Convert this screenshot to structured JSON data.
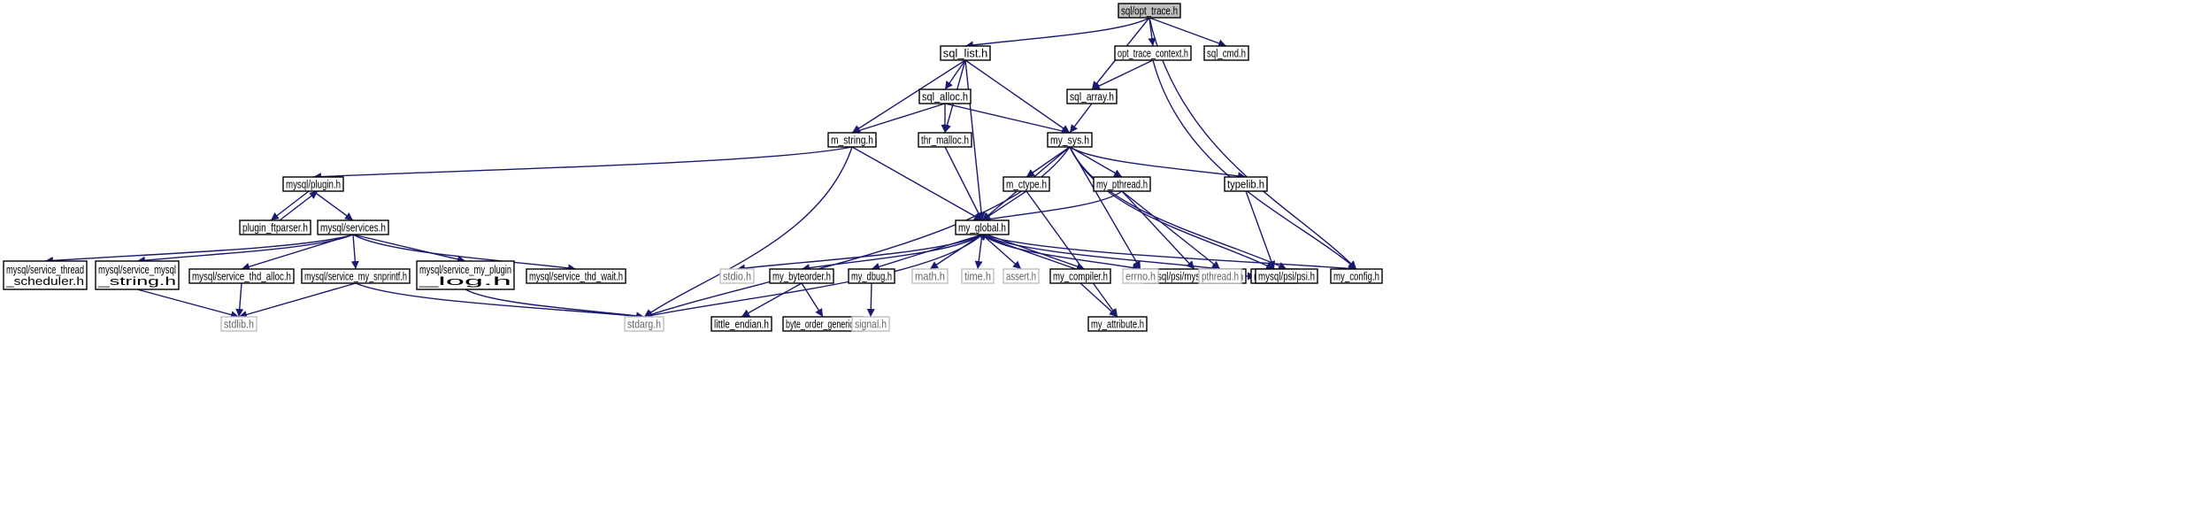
{
  "colors": {
    "edge": "#191970",
    "box_border": "#000000",
    "box_border_external": "#bfbfbf",
    "root_fill": "#bfbfbf",
    "text": "#000000",
    "text_external": "#666666"
  },
  "nodes": [
    {
      "id": "opt_trace",
      "label": "sql/opt_trace.h",
      "kind": "root"
    },
    {
      "id": "sql_list",
      "label": "sql_list.h",
      "kind": "file"
    },
    {
      "id": "sql_array",
      "label": "sql_array.h",
      "kind": "file"
    },
    {
      "id": "opt_trace_context",
      "label": "opt_trace_context.h",
      "kind": "file"
    },
    {
      "id": "sql_cmd",
      "label": "sql_cmd.h",
      "kind": "file"
    },
    {
      "id": "my_config",
      "label": "my_config.h",
      "kind": "file"
    },
    {
      "id": "sql_alloc",
      "label": "sql_alloc.h",
      "kind": "file"
    },
    {
      "id": "m_string",
      "label": "m_string.h",
      "kind": "file"
    },
    {
      "id": "thr_malloc",
      "label": "thr_malloc.h",
      "kind": "file"
    },
    {
      "id": "my_sys",
      "label": "my_sys.h",
      "kind": "file"
    },
    {
      "id": "mysql_plugin",
      "label": "mysql/plugin.h",
      "kind": "file"
    },
    {
      "id": "plugin_ftparser",
      "label": "plugin_ftparser.h",
      "kind": "file"
    },
    {
      "id": "mysql_services",
      "label": "mysql/services.h",
      "kind": "file"
    },
    {
      "id": "svc_thread_scheduler",
      "label": "mysql/service_thread\n_scheduler.h",
      "kind": "file"
    },
    {
      "id": "svc_mysql_string",
      "label": "mysql/service_mysql\n_string.h",
      "kind": "file"
    },
    {
      "id": "svc_thd_alloc",
      "label": "mysql/service_thd_alloc.h",
      "kind": "file"
    },
    {
      "id": "svc_my_snprintf",
      "label": "mysql/service_my_snprintf.h",
      "kind": "file"
    },
    {
      "id": "svc_my_plugin_log",
      "label": "mysql/service_my_plugin\n_log.h",
      "kind": "file"
    },
    {
      "id": "svc_thd_wait",
      "label": "mysql/service_thd_wait.h",
      "kind": "file"
    },
    {
      "id": "stdlib",
      "label": "stdlib.h",
      "kind": "external"
    },
    {
      "id": "stdarg",
      "label": "stdarg.h",
      "kind": "external"
    },
    {
      "id": "m_ctype",
      "label": "m_ctype.h",
      "kind": "file"
    },
    {
      "id": "my_pthread",
      "label": "my_pthread.h",
      "kind": "file"
    },
    {
      "id": "typelib",
      "label": "typelib.h",
      "kind": "file"
    },
    {
      "id": "psi_mysql_thread",
      "label": "mysql/psi/mysql_thread.h",
      "kind": "file"
    },
    {
      "id": "my_alloc",
      "label": "my_alloc.h",
      "kind": "file"
    },
    {
      "id": "my_global",
      "label": "my_global.h",
      "kind": "file"
    },
    {
      "id": "stdio",
      "label": "stdio.h",
      "kind": "external"
    },
    {
      "id": "my_byteorder",
      "label": "my_byteorder.h",
      "kind": "file"
    },
    {
      "id": "my_dbug",
      "label": "my_dbug.h",
      "kind": "file"
    },
    {
      "id": "math",
      "label": "math.h",
      "kind": "external"
    },
    {
      "id": "time",
      "label": "time.h",
      "kind": "external"
    },
    {
      "id": "assert",
      "label": "assert.h",
      "kind": "external"
    },
    {
      "id": "my_compiler",
      "label": "my_compiler.h",
      "kind": "file"
    },
    {
      "id": "errno",
      "label": "errno.h",
      "kind": "external"
    },
    {
      "id": "pthread",
      "label": "pthread.h",
      "kind": "external"
    },
    {
      "id": "psi_psi",
      "label": "mysql/psi/psi.h",
      "kind": "file"
    },
    {
      "id": "little_endian",
      "label": "little_endian.h",
      "kind": "file"
    },
    {
      "id": "byte_order_generic",
      "label": "byte_order_generic.h",
      "kind": "file"
    },
    {
      "id": "signal",
      "label": "signal.h",
      "kind": "external"
    },
    {
      "id": "my_attribute",
      "label": "my_attribute.h",
      "kind": "file"
    }
  ],
  "edges": [
    [
      "opt_trace",
      "sql_list"
    ],
    [
      "opt_trace",
      "sql_array"
    ],
    [
      "opt_trace",
      "opt_trace_context"
    ],
    [
      "opt_trace",
      "sql_cmd"
    ],
    [
      "opt_trace",
      "my_config"
    ],
    [
      "sql_list",
      "sql_alloc"
    ],
    [
      "sql_list",
      "m_string"
    ],
    [
      "sql_list",
      "thr_malloc"
    ],
    [
      "sql_list",
      "my_sys"
    ],
    [
      "sql_list",
      "my_global"
    ],
    [
      "opt_trace_context",
      "sql_array"
    ],
    [
      "opt_trace_context",
      "my_config"
    ],
    [
      "sql_array",
      "my_sys"
    ],
    [
      "sql_alloc",
      "m_string"
    ],
    [
      "sql_alloc",
      "thr_malloc"
    ],
    [
      "sql_alloc",
      "my_sys"
    ],
    [
      "m_string",
      "mysql_plugin"
    ],
    [
      "m_string",
      "my_global"
    ],
    [
      "m_string",
      "stdarg"
    ],
    [
      "thr_malloc",
      "my_global"
    ],
    [
      "my_sys",
      "m_ctype"
    ],
    [
      "my_sys",
      "my_pthread"
    ],
    [
      "my_sys",
      "typelib"
    ],
    [
      "my_sys",
      "my_alloc"
    ],
    [
      "my_sys",
      "my_global"
    ],
    [
      "my_sys",
      "stdarg"
    ],
    [
      "my_sys",
      "errno"
    ],
    [
      "my_sys",
      "psi_psi"
    ],
    [
      "mysql_plugin",
      "plugin_ftparser"
    ],
    [
      "mysql_plugin",
      "mysql_services"
    ],
    [
      "plugin_ftparser",
      "mysql_plugin"
    ],
    [
      "mysql_services",
      "svc_thread_scheduler"
    ],
    [
      "mysql_services",
      "svc_mysql_string"
    ],
    [
      "mysql_services",
      "svc_thd_alloc"
    ],
    [
      "mysql_services",
      "svc_my_snprintf"
    ],
    [
      "mysql_services",
      "svc_my_plugin_log"
    ],
    [
      "mysql_services",
      "svc_thd_wait"
    ],
    [
      "svc_mysql_string",
      "stdlib"
    ],
    [
      "svc_thd_alloc",
      "stdlib"
    ],
    [
      "svc_my_snprintf",
      "stdlib"
    ],
    [
      "svc_my_snprintf",
      "stdarg"
    ],
    [
      "svc_my_plugin_log",
      "stdarg"
    ],
    [
      "m_ctype",
      "my_global"
    ],
    [
      "m_ctype",
      "my_attribute"
    ],
    [
      "my_pthread",
      "my_global"
    ],
    [
      "my_pthread",
      "psi_mysql_thread"
    ],
    [
      "my_pthread",
      "pthread"
    ],
    [
      "typelib",
      "my_alloc"
    ],
    [
      "psi_mysql_thread",
      "psi_psi"
    ],
    [
      "my_global",
      "stdio"
    ],
    [
      "my_global",
      "my_byteorder"
    ],
    [
      "my_global",
      "my_dbug"
    ],
    [
      "my_global",
      "math"
    ],
    [
      "my_global",
      "time"
    ],
    [
      "my_global",
      "assert"
    ],
    [
      "my_global",
      "my_compiler"
    ],
    [
      "my_global",
      "errno"
    ],
    [
      "my_global",
      "pthread"
    ],
    [
      "my_global",
      "my_config"
    ],
    [
      "my_global",
      "stdarg"
    ],
    [
      "my_compiler",
      "my_global"
    ],
    [
      "my_compiler",
      "my_attribute"
    ],
    [
      "my_byteorder",
      "little_endian"
    ],
    [
      "my_byteorder",
      "byte_order_generic"
    ],
    [
      "my_dbug",
      "signal"
    ]
  ]
}
